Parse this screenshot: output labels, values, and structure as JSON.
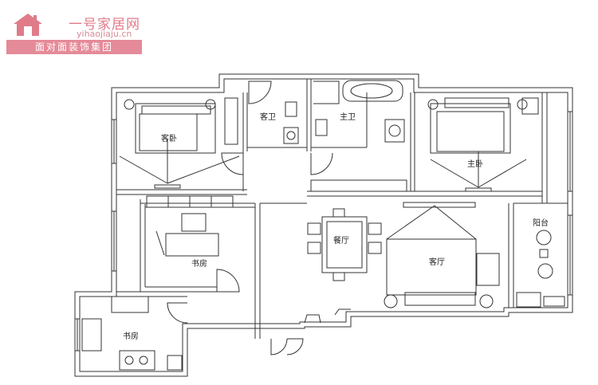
{
  "brand": {
    "name": "一号家居网",
    "url": "yihaojiaju.cn",
    "slogan": "面对面装饰集团",
    "color": "#e07b8a"
  },
  "rooms": {
    "guest_bedroom": "客卧",
    "guest_bath": "客卫",
    "master_bath": "主卫",
    "master_bedroom": "主卧",
    "study_main": "书房",
    "dining": "餐厅",
    "living": "客厅",
    "balcony": "阳台",
    "study_small": "书房"
  }
}
